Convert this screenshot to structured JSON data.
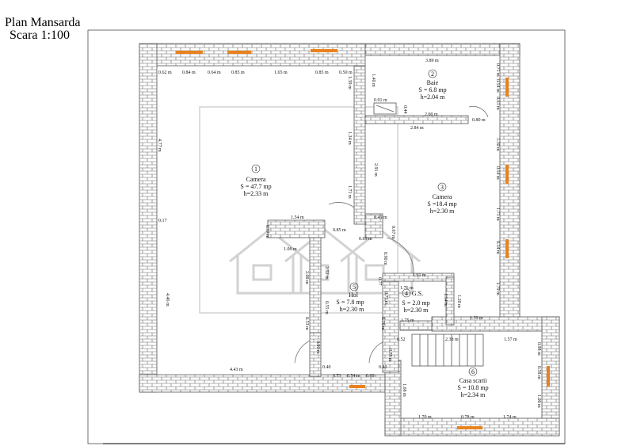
{
  "title": {
    "line1": "Plan Mansarda",
    "line2": "Scara 1:100"
  },
  "colors": {
    "window": "#e8821e",
    "wall": "#555555",
    "brick_fill": "#ffffff",
    "watermark": "#cfcfcf"
  },
  "rooms": [
    {
      "num": "1",
      "name": "Camera",
      "area": "S = 47.7 mp",
      "height": "h=2.33 m"
    },
    {
      "num": "2",
      "name": "Baie",
      "area": "S = 6.8 mp",
      "height": "h=2.04 m"
    },
    {
      "num": "3",
      "name": "Camera",
      "area": "S =18.4 mp",
      "height": "h=2.30 m"
    },
    {
      "num": "4",
      "name": "G.S.",
      "area": "S = 2.0 mp",
      "height": "h=2.30 m"
    },
    {
      "num": "5",
      "name": "Hol",
      "area": "S = 7.8 mp",
      "height": "h=2.30 m"
    },
    {
      "num": "6",
      "name": "Casa scarii",
      "area": "S = 10.8 mp",
      "height": "h=2.34 m"
    }
  ],
  "dimensions": {
    "top": [
      "0.62 m",
      "0.84 m",
      "0.64 m",
      "0.85 m",
      "1.65 m",
      "0.85 m",
      "0.50 m"
    ],
    "baie_top": "3.89 m",
    "baie_right": [
      "0.71 m",
      "0.54 m",
      "0.61 m"
    ],
    "baie_inner": [
      "1.40 m",
      "1.39 m",
      "0.91 m",
      "0.44",
      "2.00 m",
      "0.80 m",
      "2.84 m"
    ],
    "left": [
      "4.77 m",
      "0.17",
      "4.46 m"
    ],
    "bottom": [
      "4.43 m",
      "0.40",
      "0.73",
      "0.54 m",
      "0.60",
      "0.40"
    ],
    "center": [
      "1.34 m",
      "1.71 m",
      "2.91 m",
      "1.54 m",
      "0.57 m",
      "1.06 m",
      "0.85 m",
      "0.49 m",
      "0.69 m",
      "0.67 m",
      "0.90 m",
      "1.91 m",
      "1.76 m",
      "0.77",
      "0.71 m",
      "0.76 m",
      "1.14 m",
      "1.75 m",
      "2.52 m",
      "2.00 m",
      "0.55 m",
      "0.53 m",
      "0.90 m",
      "1.20 m",
      "1.39 m"
    ],
    "right": [
      "1.30 m",
      "0.54 m",
      "1.71 m",
      "0.54 m",
      "1.79 m"
    ],
    "stair": [
      "0.52",
      "2.38 m",
      "1.57 m",
      "0.98 m",
      "0.58 m",
      "1.00 m",
      "0.78 m",
      "1.68 m",
      "1.70 m",
      "0.78 m",
      "1.74 m"
    ]
  }
}
